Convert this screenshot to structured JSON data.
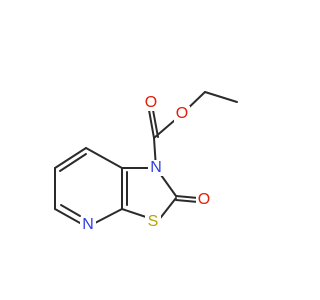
{
  "molecule": {
    "atoms": {
      "ester_o_single": {
        "symbol": "O",
        "color": "#e0210b"
      },
      "ester_o_double": {
        "symbol": "O",
        "color": "#e0210b"
      },
      "ring_n": {
        "symbol": "N",
        "color": "#2f3fe0"
      },
      "ring_o": {
        "symbol": "O",
        "color": "#e0210b"
      },
      "pyridine_n": {
        "symbol": "N",
        "color": "#2f3fe0"
      },
      "ring_s": {
        "symbol": "S",
        "color": "#b8a400"
      }
    }
  }
}
